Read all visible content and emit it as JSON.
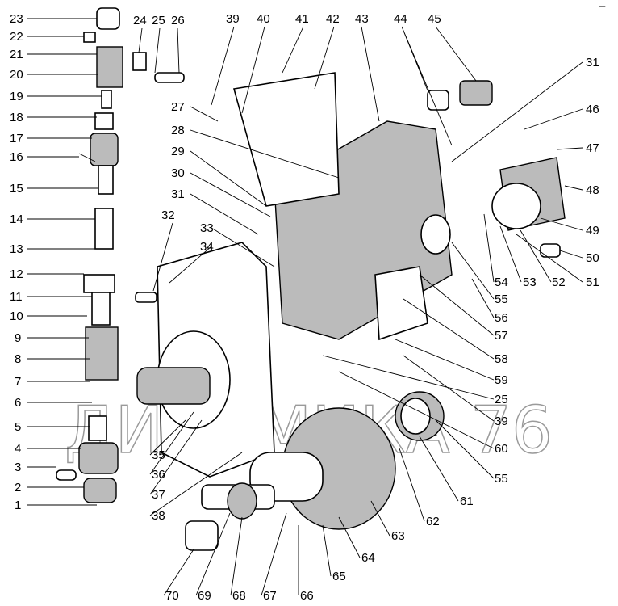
{
  "watermark": "ДИНАМИКА 76",
  "corner_mark": "–",
  "labels": {
    "l23": "23",
    "l22": "22",
    "l21": "21",
    "l20": "20",
    "l19": "19",
    "l18": "18",
    "l17": "17",
    "l16": "16",
    "l15": "15",
    "l14": "14",
    "l13": "13",
    "l12": "12",
    "l11": "11",
    "l10": "10",
    "l9": "9",
    "l8": "8",
    "l7": "7",
    "l6": "6",
    "l5": "5",
    "l4": "4",
    "l3": "3",
    "l2": "2",
    "l1": "1",
    "l24": "24",
    "l25a": "25",
    "l26": "26",
    "l39a": "39",
    "l40": "40",
    "l41": "41",
    "l42": "42",
    "l43": "43",
    "l44": "44",
    "l45": "45",
    "l27": "27",
    "l28": "28",
    "l29": "29",
    "l30": "30",
    "l31a": "31",
    "l32": "32",
    "l33": "33",
    "l34": "34",
    "l31b": "31",
    "l46": "46",
    "l47": "47",
    "l48": "48",
    "l49": "49",
    "l50": "50",
    "l51": "51",
    "l52": "52",
    "l53": "53",
    "l54": "54",
    "l55a": "55",
    "l56": "56",
    "l57": "57",
    "l58": "58",
    "l59": "59",
    "l25b": "25",
    "l39b": "39",
    "l60": "60",
    "l55b": "55",
    "l61": "61",
    "l62": "62",
    "l63": "63",
    "l64": "64",
    "l65": "65",
    "l66": "66",
    "l67": "67",
    "l68": "68",
    "l69": "69",
    "l70": "70",
    "l35": "35",
    "l36": "36",
    "l37": "37",
    "l38": "38"
  }
}
